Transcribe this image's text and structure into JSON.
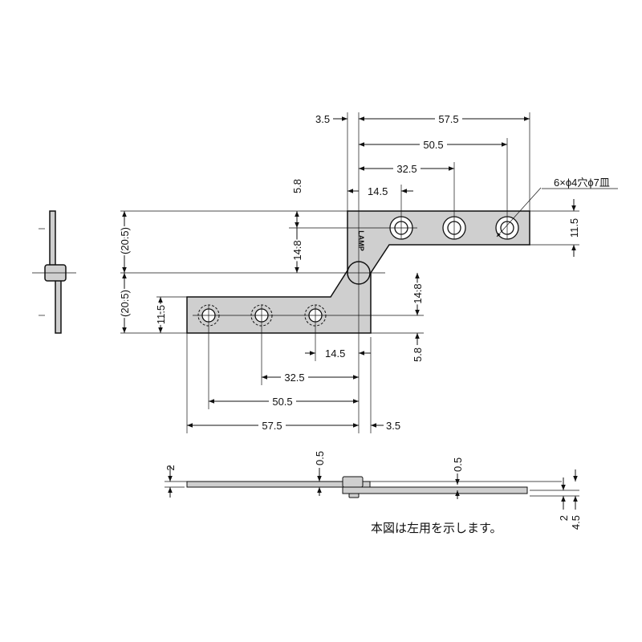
{
  "dimensions": {
    "top_3_5": "3.5",
    "top_57_5": "57.5",
    "top_50_5": "50.5",
    "top_32_5": "32.5",
    "top_14_5": "14.5",
    "left_5_8": "5.8",
    "left_14_8": "14.8",
    "left_20_5_a": "(20.5)",
    "left_20_5_b": "(20.5)",
    "left_11_5": "11.5",
    "right_11_5": "11.5",
    "mid_14_8": "14.8",
    "mid_5_8": "5.8",
    "bot_14_5": "14.5",
    "bot_32_5": "32.5",
    "bot_50_5": "50.5",
    "bot_57_5": "57.5",
    "bot_3_5": "3.5",
    "side_2_left": "2",
    "side_0_5_a": "0.5",
    "side_0_5_b": "0.5",
    "side_2_right": "2",
    "side_4_5": "4.5"
  },
  "hole_note": "6×ϕ4穴ϕ7皿",
  "brand_mark": "LAMP",
  "caption": "本図は左用を示します。"
}
